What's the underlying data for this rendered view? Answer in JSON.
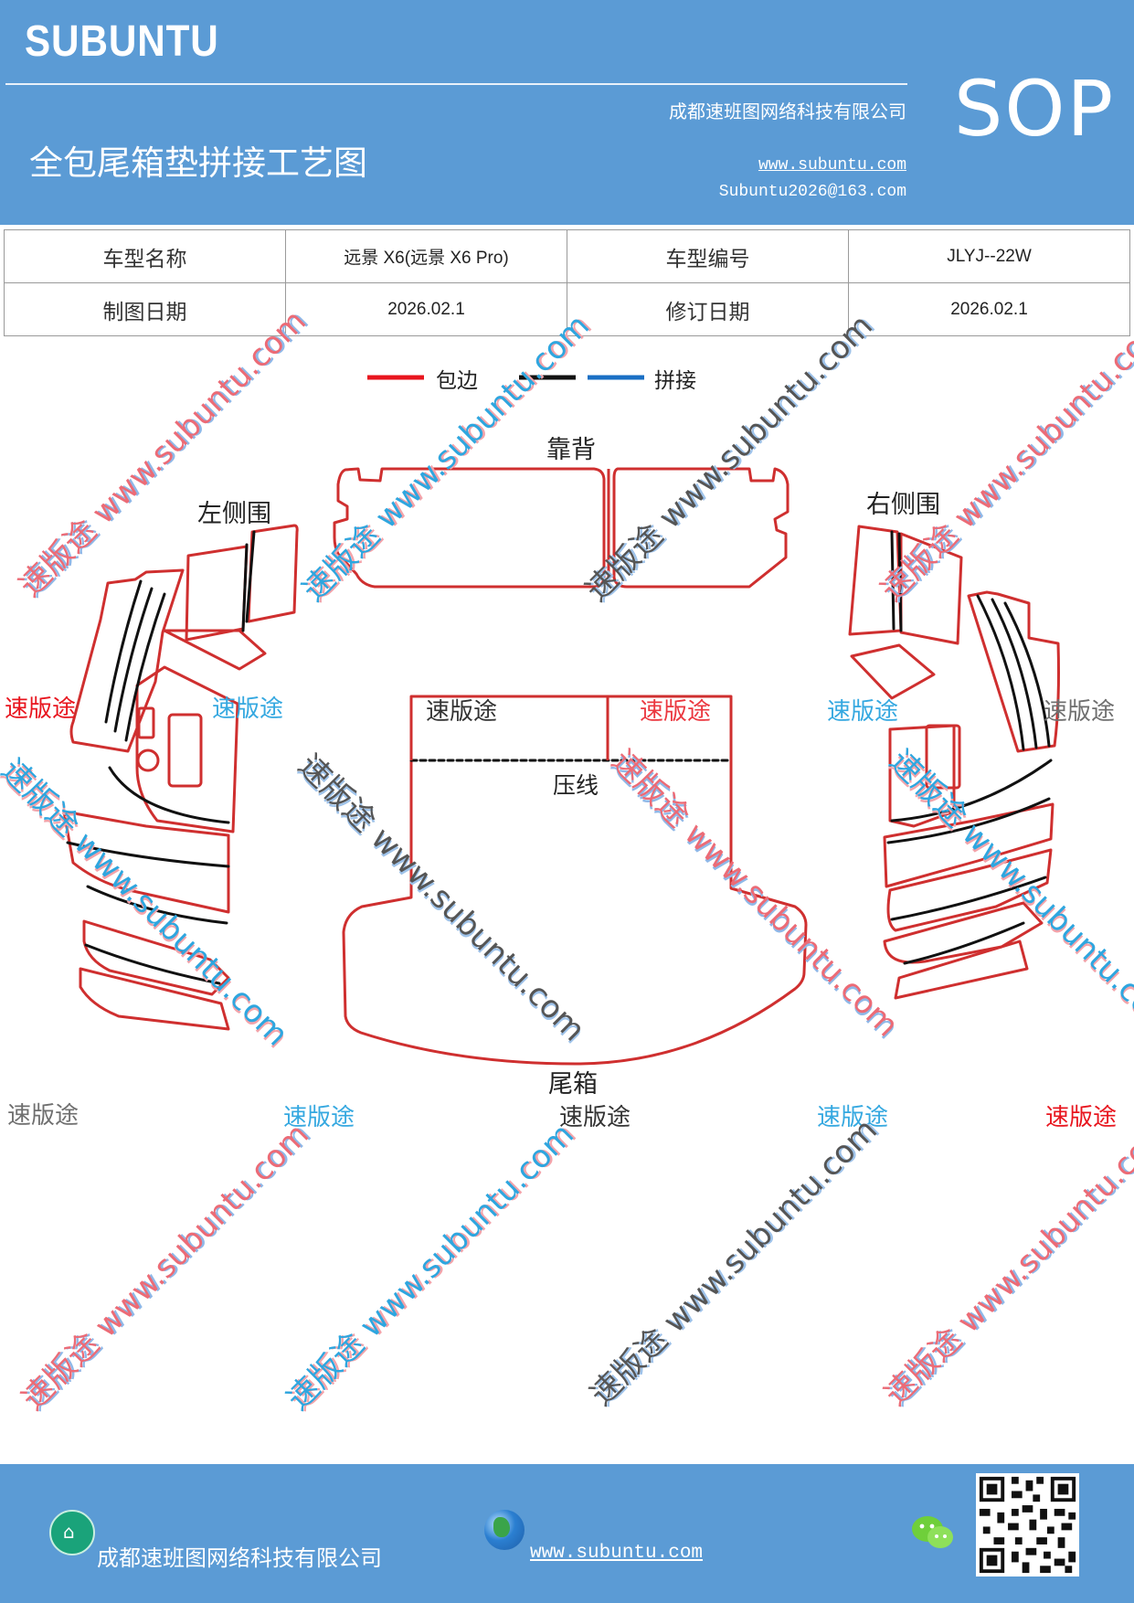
{
  "header": {
    "brand": "SUBUNTU",
    "company": "成都速班图网络科技有限公司",
    "title": "全包尾箱垫拼接工艺图",
    "website": "www.subuntu.com",
    "email": "Subuntu2026@163.com",
    "badge": "SOP"
  },
  "info_table": {
    "rows": [
      {
        "label1": "车型名称",
        "value1": "远景 X6(远景 X6 Pro)",
        "label2": "车型编号",
        "value2": "JLYJ--22W"
      },
      {
        "label1": "制图日期",
        "value1": "2026.02.1",
        "label2": "修订日期",
        "value2": "2026.02.1"
      }
    ]
  },
  "legend": {
    "items": [
      {
        "label": "包边",
        "color": "#e8151e"
      },
      {
        "label": "",
        "color": "#111111"
      },
      {
        "label": "拼接",
        "color": "#1a6fc4"
      }
    ]
  },
  "parts": {
    "back": "靠背",
    "left": "左侧围",
    "right": "右侧围",
    "crease": "压线",
    "trunk": "尾箱"
  },
  "watermarks": {
    "brand_cn": "速版途",
    "diagonal": "速版途 www.subuntu.com",
    "diagonal_alt": "速版途 www.subuntu.com"
  },
  "footer": {
    "company": "成都速班图网络科技有限公司",
    "website": "www.subuntu.com"
  },
  "colors": {
    "header_bg": "#5b9bd5",
    "edge_red": "#cf2f2f",
    "seam_black": "#111111"
  }
}
